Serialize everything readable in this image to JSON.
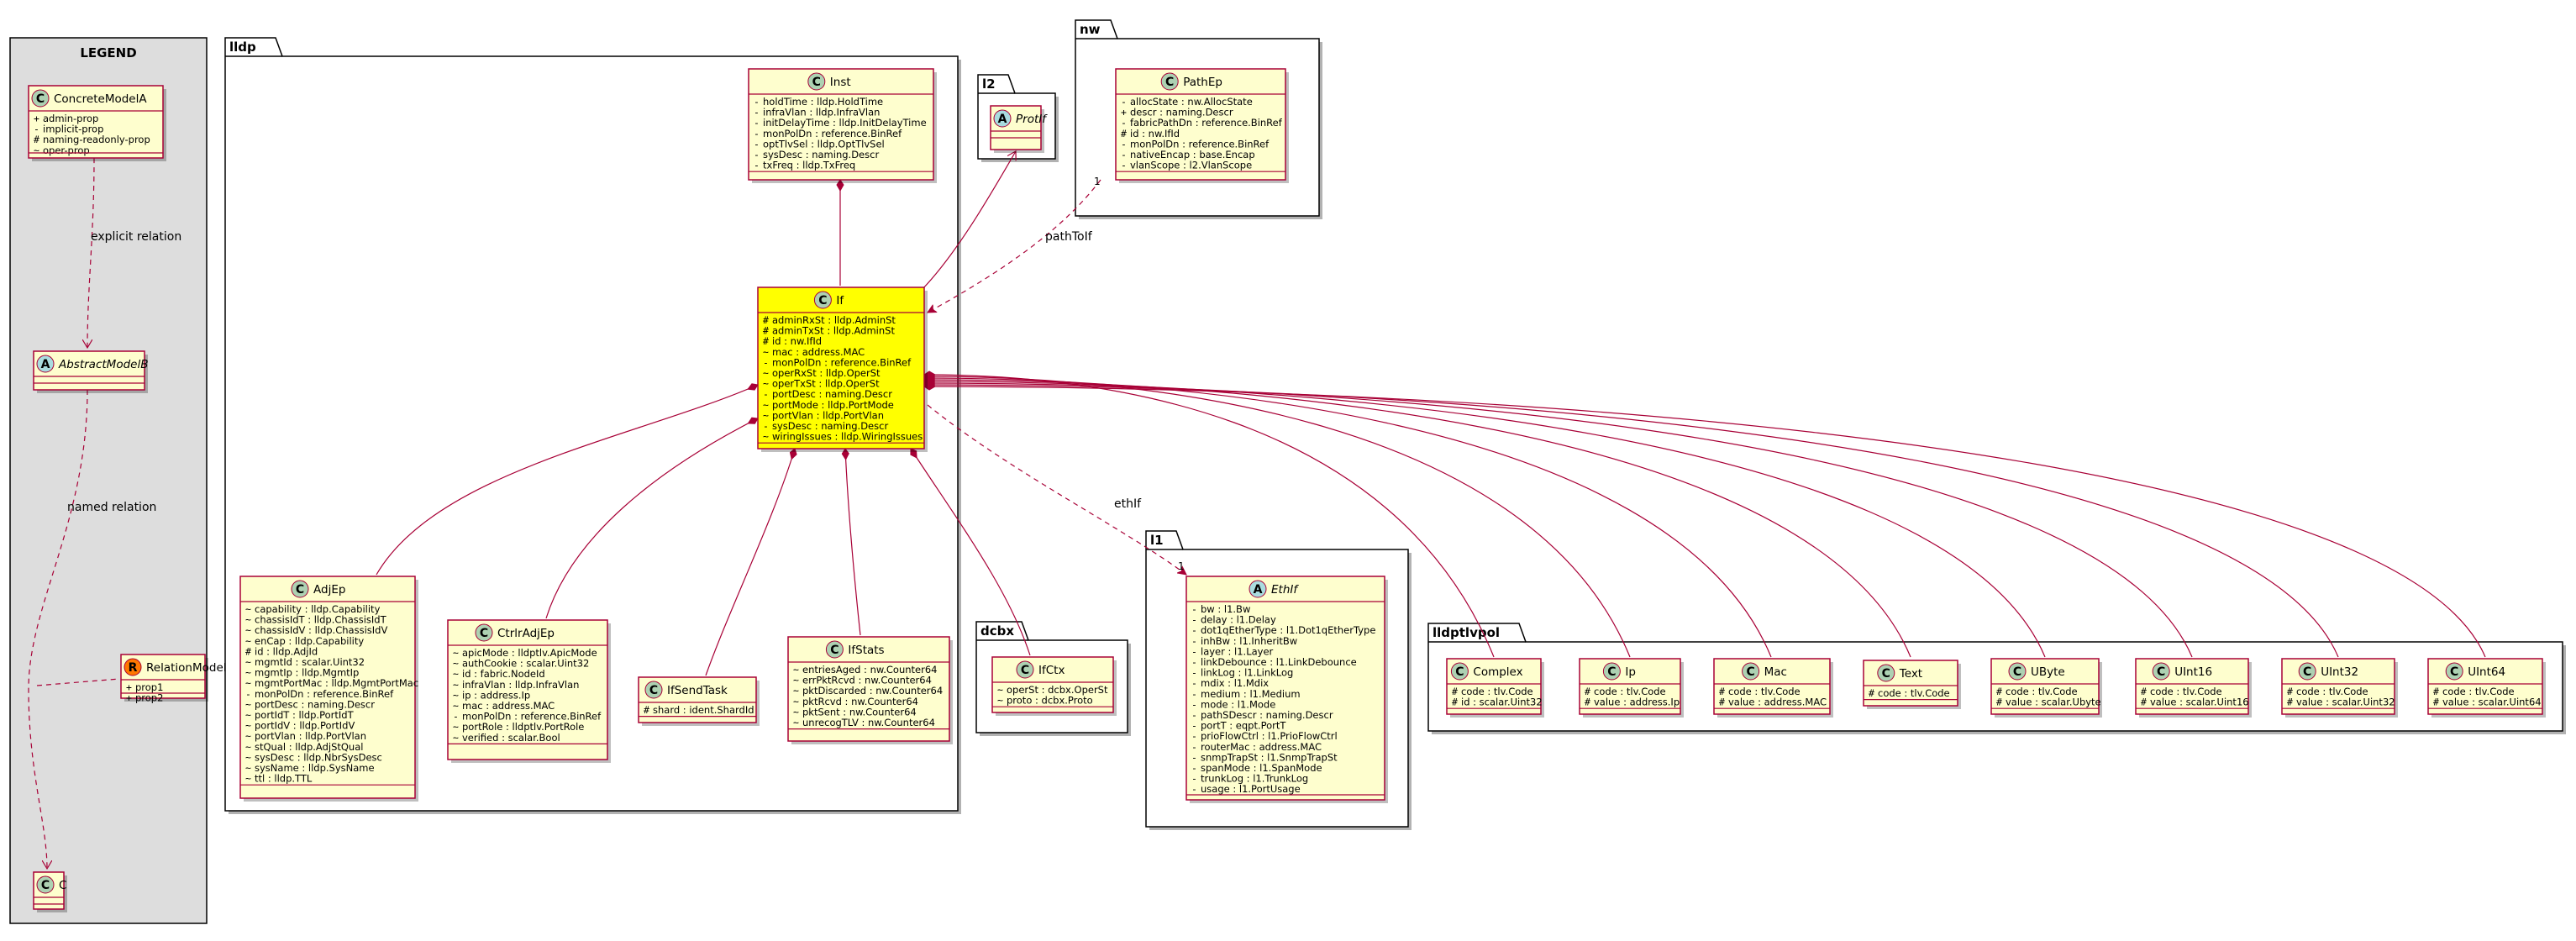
{
  "legend": {
    "title": "LEGEND",
    "classes": {
      "concrete": {
        "name": "ConcreteModelA",
        "kind": "C",
        "attrs": [
          {
            "vis": "+",
            "text": "admin-prop"
          },
          {
            "vis": "-",
            "text": "implicit-prop"
          },
          {
            "vis": "#",
            "text": "naming-readonly-prop"
          },
          {
            "vis": "~",
            "text": "oper-prop"
          }
        ]
      },
      "abstract": {
        "name": "AbstractModelB",
        "kind": "A",
        "attrs": []
      },
      "relation": {
        "name": "RelationModel",
        "kind": "R",
        "attrs": [
          {
            "vis": "+",
            "text": "prop1"
          },
          {
            "vis": "+",
            "text": "prop2"
          }
        ]
      },
      "c": {
        "name": "C",
        "kind": "C",
        "attrs": []
      }
    },
    "labels": {
      "explicit": "explicit relation",
      "named": "named relation"
    }
  },
  "packages": {
    "lldp": "lldp",
    "l2": "l2",
    "nw": "nw",
    "l1": "l1",
    "dcbx": "dcbx",
    "lldptlvpol": "lldptlvpol"
  },
  "classes": {
    "inst": {
      "name": "Inst",
      "kind": "C",
      "attrs": [
        {
          "vis": "-",
          "text": "holdTime : lldp.HoldTime"
        },
        {
          "vis": "-",
          "text": "infraVlan : lldp.InfraVlan"
        },
        {
          "vis": "-",
          "text": "initDelayTime : lldp.InitDelayTime"
        },
        {
          "vis": "-",
          "text": "monPolDn : reference.BinRef"
        },
        {
          "vis": "-",
          "text": "optTlvSel : lldp.OptTlvSel"
        },
        {
          "vis": "-",
          "text": "sysDesc : naming.Descr"
        },
        {
          "vis": "-",
          "text": "txFreq : lldp.TxFreq"
        }
      ]
    },
    "protif": {
      "name": "ProtIf",
      "kind": "A",
      "attrs": []
    },
    "pathep": {
      "name": "PathEp",
      "kind": "C",
      "attrs": [
        {
          "vis": "-",
          "text": "allocState : nw.AllocState"
        },
        {
          "vis": "+",
          "text": "descr : naming.Descr"
        },
        {
          "vis": "-",
          "text": "fabricPathDn : reference.BinRef"
        },
        {
          "vis": "#",
          "text": "id : nw.IfId"
        },
        {
          "vis": "-",
          "text": "monPolDn : reference.BinRef"
        },
        {
          "vis": "-",
          "text": "nativeEncap : base.Encap"
        },
        {
          "vis": "-",
          "text": "vlanScope : l2.VlanScope"
        }
      ]
    },
    "if": {
      "name": "If",
      "kind": "C",
      "attrs": [
        {
          "vis": "#",
          "text": "adminRxSt : lldp.AdminSt"
        },
        {
          "vis": "#",
          "text": "adminTxSt : lldp.AdminSt"
        },
        {
          "vis": "#",
          "text": "id : nw.IfId"
        },
        {
          "vis": "~",
          "text": "mac : address.MAC"
        },
        {
          "vis": "-",
          "text": "monPolDn : reference.BinRef"
        },
        {
          "vis": "~",
          "text": "operRxSt : lldp.OperSt"
        },
        {
          "vis": "~",
          "text": "operTxSt : lldp.OperSt"
        },
        {
          "vis": "-",
          "text": "portDesc : naming.Descr"
        },
        {
          "vis": "~",
          "text": "portMode : lldp.PortMode"
        },
        {
          "vis": "~",
          "text": "portVlan : lldp.PortVlan"
        },
        {
          "vis": "-",
          "text": "sysDesc : naming.Descr"
        },
        {
          "vis": "~",
          "text": "wiringIssues : lldp.WiringIssues"
        }
      ]
    },
    "adjep": {
      "name": "AdjEp",
      "kind": "C",
      "attrs": [
        {
          "vis": "~",
          "text": "capability : lldp.Capability"
        },
        {
          "vis": "~",
          "text": "chassisIdT : lldp.ChassisIdT"
        },
        {
          "vis": "~",
          "text": "chassisIdV : lldp.ChassisIdV"
        },
        {
          "vis": "~",
          "text": "enCap : lldp.Capability"
        },
        {
          "vis": "#",
          "text": "id : lldp.AdjId"
        },
        {
          "vis": "~",
          "text": "mgmtId : scalar.Uint32"
        },
        {
          "vis": "~",
          "text": "mgmtIp : lldp.MgmtIp"
        },
        {
          "vis": "~",
          "text": "mgmtPortMac : lldp.MgmtPortMac"
        },
        {
          "vis": "-",
          "text": "monPolDn : reference.BinRef"
        },
        {
          "vis": "~",
          "text": "portDesc : naming.Descr"
        },
        {
          "vis": "~",
          "text": "portIdT : lldp.PortIdT"
        },
        {
          "vis": "~",
          "text": "portIdV : lldp.PortIdV"
        },
        {
          "vis": "~",
          "text": "portVlan : lldp.PortVlan"
        },
        {
          "vis": "~",
          "text": "stQual : lldp.AdjStQual"
        },
        {
          "vis": "~",
          "text": "sysDesc : lldp.NbrSysDesc"
        },
        {
          "vis": "~",
          "text": "sysName : lldp.SysName"
        },
        {
          "vis": "~",
          "text": "ttl : lldp.TTL"
        }
      ]
    },
    "ctrlradjep": {
      "name": "CtrlrAdjEp",
      "kind": "C",
      "attrs": [
        {
          "vis": "~",
          "text": "apicMode : lldptlv.ApicMode"
        },
        {
          "vis": "~",
          "text": "authCookie : scalar.Uint32"
        },
        {
          "vis": "~",
          "text": "id : fabric.NodeId"
        },
        {
          "vis": "~",
          "text": "infraVlan : lldp.InfraVlan"
        },
        {
          "vis": "~",
          "text": "ip : address.Ip"
        },
        {
          "vis": "~",
          "text": "mac : address.MAC"
        },
        {
          "vis": "-",
          "text": "monPolDn : reference.BinRef"
        },
        {
          "vis": "~",
          "text": "portRole : lldptlv.PortRole"
        },
        {
          "vis": "~",
          "text": "verified : scalar.Bool"
        }
      ]
    },
    "ifsendtask": {
      "name": "IfSendTask",
      "kind": "C",
      "attrs": [
        {
          "vis": "#",
          "text": "shard : ident.ShardId"
        }
      ]
    },
    "ifstats": {
      "name": "IfStats",
      "kind": "C",
      "attrs": [
        {
          "vis": "~",
          "text": "entriesAged : nw.Counter64"
        },
        {
          "vis": "~",
          "text": "errPktRcvd : nw.Counter64"
        },
        {
          "vis": "~",
          "text": "pktDiscarded : nw.Counter64"
        },
        {
          "vis": "~",
          "text": "pktRcvd : nw.Counter64"
        },
        {
          "vis": "~",
          "text": "pktSent : nw.Counter64"
        },
        {
          "vis": "~",
          "text": "unrecogTLV : nw.Counter64"
        }
      ]
    },
    "ifctx": {
      "name": "IfCtx",
      "kind": "C",
      "attrs": [
        {
          "vis": "~",
          "text": "operSt : dcbx.OperSt"
        },
        {
          "vis": "~",
          "text": "proto : dcbx.Proto"
        }
      ]
    },
    "ethif": {
      "name": "EthIf",
      "kind": "A",
      "attrs": [
        {
          "vis": "-",
          "text": "bw : l1.Bw"
        },
        {
          "vis": "-",
          "text": "delay : l1.Delay"
        },
        {
          "vis": "-",
          "text": "dot1qEtherType : l1.Dot1qEtherType"
        },
        {
          "vis": "-",
          "text": "inhBw : l1.InheritBw"
        },
        {
          "vis": "-",
          "text": "layer : l1.Layer"
        },
        {
          "vis": "-",
          "text": "linkDebounce : l1.LinkDebounce"
        },
        {
          "vis": "-",
          "text": "linkLog : l1.LinkLog"
        },
        {
          "vis": "-",
          "text": "mdix : l1.Mdix"
        },
        {
          "vis": "-",
          "text": "medium : l1.Medium"
        },
        {
          "vis": "-",
          "text": "mode : l1.Mode"
        },
        {
          "vis": "-",
          "text": "pathSDescr : naming.Descr"
        },
        {
          "vis": "-",
          "text": "portT : eqpt.PortT"
        },
        {
          "vis": "-",
          "text": "prioFlowCtrl : l1.PrioFlowCtrl"
        },
        {
          "vis": "-",
          "text": "routerMac : address.MAC"
        },
        {
          "vis": "-",
          "text": "snmpTrapSt : l1.SnmpTrapSt"
        },
        {
          "vis": "-",
          "text": "spanMode : l1.SpanMode"
        },
        {
          "vis": "-",
          "text": "trunkLog : l1.TrunkLog"
        },
        {
          "vis": "-",
          "text": "usage : l1.PortUsage"
        }
      ]
    },
    "complex": {
      "name": "Complex",
      "kind": "C",
      "attrs": [
        {
          "vis": "#",
          "text": "code : tlv.Code"
        },
        {
          "vis": "#",
          "text": "id : scalar.Uint32"
        }
      ]
    },
    "ip": {
      "name": "Ip",
      "kind": "C",
      "attrs": [
        {
          "vis": "#",
          "text": "code : tlv.Code"
        },
        {
          "vis": "#",
          "text": "value : address.Ip"
        }
      ]
    },
    "mac": {
      "name": "Mac",
      "kind": "C",
      "attrs": [
        {
          "vis": "#",
          "text": "code : tlv.Code"
        },
        {
          "vis": "#",
          "text": "value : address.MAC"
        }
      ]
    },
    "text": {
      "name": "Text",
      "kind": "C",
      "attrs": [
        {
          "vis": "#",
          "text": "code : tlv.Code"
        }
      ]
    },
    "ubyte": {
      "name": "UByte",
      "kind": "C",
      "attrs": [
        {
          "vis": "#",
          "text": "code : tlv.Code"
        },
        {
          "vis": "#",
          "text": "value : scalar.Ubyte"
        }
      ]
    },
    "uint16": {
      "name": "UInt16",
      "kind": "C",
      "attrs": [
        {
          "vis": "#",
          "text": "code : tlv.Code"
        },
        {
          "vis": "#",
          "text": "value : scalar.Uint16"
        }
      ]
    },
    "uint32": {
      "name": "UInt32",
      "kind": "C",
      "attrs": [
        {
          "vis": "#",
          "text": "code : tlv.Code"
        },
        {
          "vis": "#",
          "text": "value : scalar.Uint32"
        }
      ]
    },
    "uint64": {
      "name": "UInt64",
      "kind": "C",
      "attrs": [
        {
          "vis": "#",
          "text": "code : tlv.Code"
        },
        {
          "vis": "#",
          "text": "value : scalar.Uint64"
        }
      ]
    }
  },
  "relation_labels": {
    "pathToIf": "pathToIf",
    "pathToIf_mult": "1",
    "ethIf": "ethIf",
    "ethIf_mult": "1"
  },
  "colors": {
    "class_fill": "#fefece",
    "class_border": "#a80036",
    "highlight_fill": "#ffff00",
    "legend_bg": "#dddddd",
    "edge": "#a80036",
    "circle_c": "#add1b2",
    "circle_a": "#a9dcdf",
    "circle_r": "#ff7700"
  }
}
